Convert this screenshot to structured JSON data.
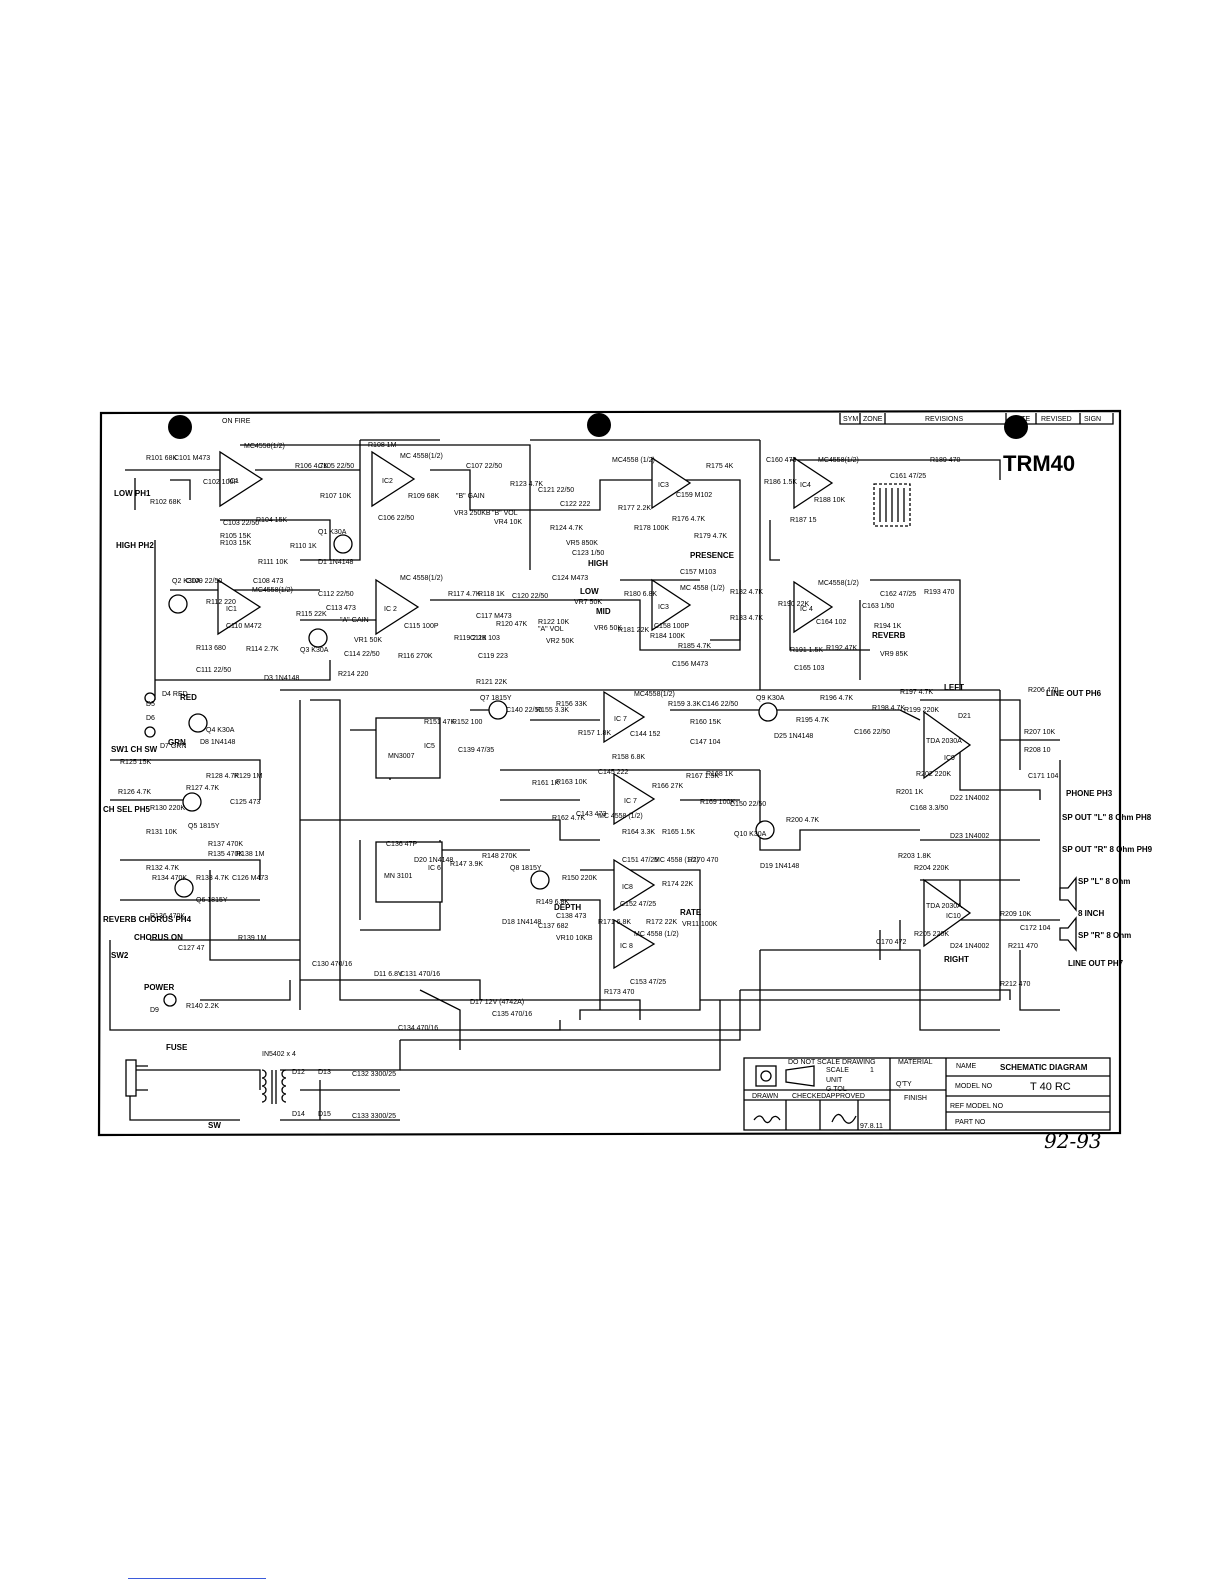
{
  "model_badge": "TRM40",
  "handwritten_page": "92-93",
  "stamp": "ON FIRE",
  "revision_header": {
    "sym": "SYM",
    "zone": "ZONE",
    "revisions": "REVISIONS",
    "date": "DATE",
    "revised": "REVISED",
    "sign": "SIGN"
  },
  "title_block": {
    "do_not_scale": "DO NOT SCALE DRAWING",
    "material": "MATERIAL",
    "name_label": "NAME",
    "name_value": "SCHEMATIC DIAGRAM",
    "scale": "SCALE",
    "scale_value": "1",
    "unit": "UNIT",
    "tol": "G TOL",
    "qty": "Q'TY",
    "model_label": "MODEL NO",
    "model_value": "T 40 RC",
    "finish": "FINISH",
    "ref_model": "REF MODEL NO",
    "part_no": "PART NO",
    "drawn": "DRAWN",
    "checked": "CHECKED",
    "approved": "APPROVED",
    "approved_date": "97.8.11"
  },
  "ics": {
    "ic1a": "MC4558(1/2)",
    "ic1a_name": "IC1",
    "ic2a": "MC 4558(1/2)",
    "ic2a_name": "IC2",
    "ic1b": "MC4558(1/2)",
    "ic1b_name": "IC1",
    "ic2b": "MC 4558(1/2)",
    "ic2b_name": "IC 2",
    "ic3a": "MC4558 (1/2)",
    "ic3a_name": "IC3",
    "ic3b": "MC 4558 (1/2)",
    "ic3b_name": "IC3",
    "ic4a": "MC4558(1/2)",
    "ic4a_name": "IC4",
    "ic4b": "MC4558(1/2)",
    "ic4b_name": "IC 4",
    "ic5": "MN3007",
    "ic5_name": "IC5",
    "ic6": "MN 3101",
    "ic6_name": "IC 6",
    "ic7a": "MC4558(1/2)",
    "ic7a_name": "IC 7",
    "ic7b": "MC 4558 (1/2)",
    "ic7b_name": "IC 7",
    "ic8a": "MC 4558 (1/2)",
    "ic8a_name": "IC8",
    "ic8b": "MC 4558 (1/2)",
    "ic8b_name": "IC 8",
    "ic9": "TDA 2030A",
    "ic9_name": "IC9",
    "ic10": "TDA 2030A",
    "ic10_name": "IC10"
  },
  "sections": {
    "left": "LEFT",
    "right": "RIGHT",
    "reverb": "REVERB",
    "presence": "PRESENCE",
    "depth": "DEPTH",
    "rate": "RATE",
    "gain_a": "\"A\" GAIN",
    "gain_b": "\"B\" GAIN",
    "vol_a": "\"A\" VOL",
    "vol_b": "\"B\" VOL",
    "low": "LOW",
    "mid": "MID",
    "high": "HIGH",
    "power": "POWER",
    "fuse": "FUSE",
    "sw": "SW",
    "red": "RED",
    "grn": "GRN",
    "chorus": "CHORUS ON"
  },
  "jacks": {
    "ph1": "LOW PH1",
    "ph2": "HIGH PH2",
    "ph3": "PHONE PH3",
    "ph4": "REVERB CHORUS PH4",
    "ph5": "CH SEL PH5",
    "ph6": "LINE OUT PH6",
    "ph7": "LINE OUT PH7",
    "sw1": "SW1 CH SW",
    "sw2": "SW2",
    "sp_out_l": "SP OUT \"L\" 8 Ohm PH8",
    "sp_out_r": "SP OUT \"R\" 8 Ohm PH9",
    "sp_l": "SP \"L\" 8 Ohm",
    "sp_r": "SP \"R\" 8 Ohm",
    "speaker_size": "8 INCH"
  },
  "parts": [
    "R101 68K",
    "C101 M473",
    "R102 68K",
    "C102 100P",
    "R103 15K",
    "C103 22/50",
    "R104 15K",
    "R105 15K",
    "R106 4.7K",
    "C105 22/50",
    "R107 10K",
    "R108 1M",
    "C106 22/50",
    "R109 68K",
    "C107 22/50",
    "VR3 250KB",
    "R123 4.7K",
    "VR4 10K",
    "R110 1K",
    "R111 10K",
    "C108 473",
    "D1 1N4148",
    "Q1 K30A",
    "Q2 K30A",
    "C109 22/50",
    "R112 220",
    "R113 680",
    "C110 M472",
    "C111 22/50",
    "R114 2.7K",
    "R115 22K",
    "C112 22/50",
    "C113 473",
    "VR1 50K",
    "C114 22/50",
    "C115 100P",
    "R116 270K",
    "R214 220",
    "Q3 K30A",
    "D3 1N4148",
    "R117 4.7K",
    "R118 1K",
    "C117 M473",
    "R119 2.2K",
    "C118 103",
    "R120 47K",
    "C119 223",
    "R121 22K",
    "C120 22/50",
    "R122 10K",
    "VR2 50K",
    "C121 22/50",
    "C122 222",
    "R124 4.7K",
    "VR5 850K",
    "C123 1/50",
    "C124 M473",
    "VR7 50K",
    "VR6 50K",
    "R175 4K",
    "C159 M102",
    "R176 4.7K",
    "R177 2.2K",
    "R178 100K",
    "R179 4.7K",
    "C157 M103",
    "C158 100P",
    "R180 6.8K",
    "R181 22K",
    "R182 4.7K",
    "R183 4.7K",
    "R184 100K",
    "R185 4.7K",
    "C156 M473",
    "C160 473",
    "R186 1.5K",
    "R187 15",
    "R188 10K",
    "C161 47/25",
    "R189 470",
    "C162 47/25",
    "R193 470",
    "R190 22K",
    "C163 1/50",
    "C164 102",
    "R191 1.5K",
    "R192 47K",
    "C165 103",
    "R194 1K",
    "VR9 85K",
    "Q7 1815Y",
    "C140 22/50",
    "R155 3.3K",
    "R156 33K",
    "R157 1.8K",
    "C144 152",
    "R158 6.8K",
    "R159 3.3K",
    "C146 22/50",
    "R160 15K",
    "C147 104",
    "R151 47K",
    "R152 100",
    "C139 47/35",
    "C145 222",
    "R161 1K",
    "R163 10K",
    "R162 4.7K",
    "C143 473",
    "R164 3.3K",
    "R165 1.5K",
    "R166 27K",
    "R167 1.5K",
    "R168 1K",
    "R169 100K",
    "C150 22/50",
    "Q9 K30A",
    "D25 1N4148",
    "R195 4.7K",
    "R196 4.7K",
    "C166 22/50",
    "R197 4.7K",
    "R198 4.7K",
    "R199 220K",
    "D21",
    "D22 1N4002",
    "R200 4.7K",
    "Q10 K30A",
    "D19 1N4148",
    "R202 220K",
    "R201 1K",
    "C168 3.3/50",
    "D23 1N4002",
    "R203 1.8K",
    "R204 220K",
    "R205 220K",
    "D24 1N4002",
    "C170 472",
    "R206 470",
    "R207 10K",
    "R208 10",
    "C171 104",
    "R209 10K",
    "R211 470",
    "R212 470",
    "C172 104",
    "R125 15K",
    "R126 4.7K",
    "R127 4.7K",
    "R128 4.7K",
    "R129 1M",
    "C125 473",
    "R130 220K",
    "R131 10K",
    "Q5 1815Y",
    "R132 4.7K",
    "R133 4.7K",
    "R134 470K",
    "R135 470K",
    "Q6 1815Y",
    "R136 470K",
    "R137 470K",
    "R138 1M",
    "C126 M473",
    "R139 1M",
    "C127 47",
    "D4 RED",
    "D5",
    "D6",
    "D7 GRN",
    "D8 1N4148",
    "Q4 K30A",
    "C136 47P",
    "D20 1N4148",
    "R147 3.9K",
    "R148 270K",
    "Q8 1815Y",
    "R149 6.8K",
    "R150 220K",
    "C137 682",
    "C138 473",
    "VR10 10KB",
    "D18 1N4148",
    "C151 47/25",
    "R170 470",
    "R171 6.8K",
    "R172 22K",
    "R174 22K",
    "C152 47/25",
    "VR11 100K",
    "R173 470",
    "C153 47/25",
    "C130 470/16",
    "D11 6.8V",
    "C131 470/16",
    "D17 12V (4742A)",
    "C134 470/16",
    "C135 470/16",
    "R140 2.2K",
    "D9",
    "C132 3300/25",
    "C133 3300/25",
    "IN5402 x 4",
    "D12",
    "D13",
    "D14",
    "D15"
  ]
}
